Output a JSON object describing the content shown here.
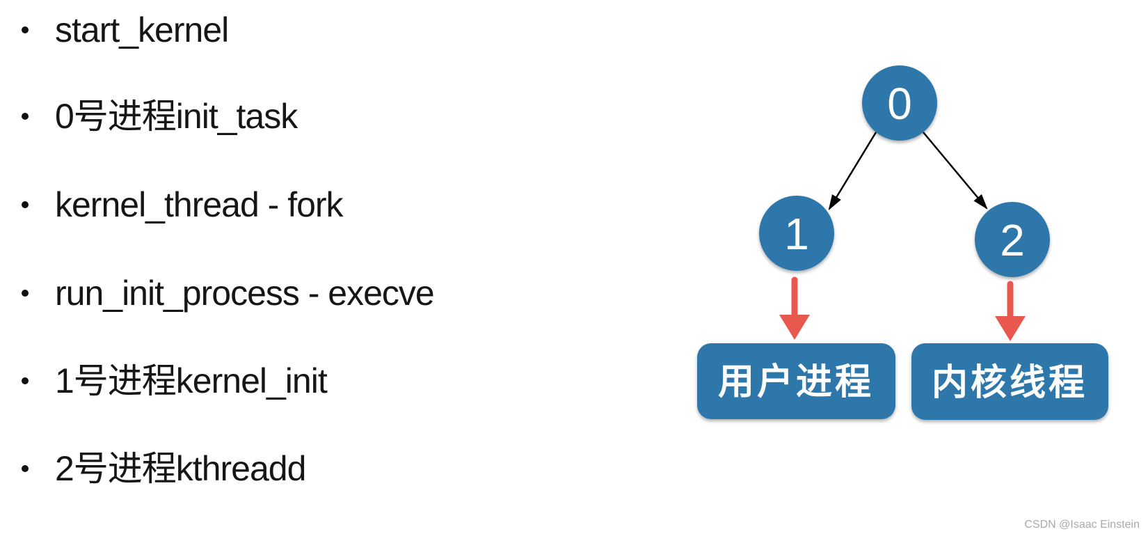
{
  "slide": {
    "bullets": [
      "start_kernel",
      "0号进程init_task",
      "kernel_thread - fork",
      "run_init_process - execve",
      "1号进程kernel_init",
      "2号进程kthreadd"
    ]
  },
  "diagram": {
    "nodes": [
      {
        "label": "0"
      },
      {
        "label": "1"
      },
      {
        "label": "2"
      }
    ],
    "boxes": [
      {
        "label": "用户进程"
      },
      {
        "label": "内核线程"
      }
    ],
    "colors": {
      "node_fill": "#2f77aa",
      "box_fill": "#2f77aa",
      "black_arrow": "#000000",
      "red_arrow": "#e8584e",
      "label_text": "#ffffff"
    }
  },
  "watermark": "CSDN @Isaac Einstein"
}
